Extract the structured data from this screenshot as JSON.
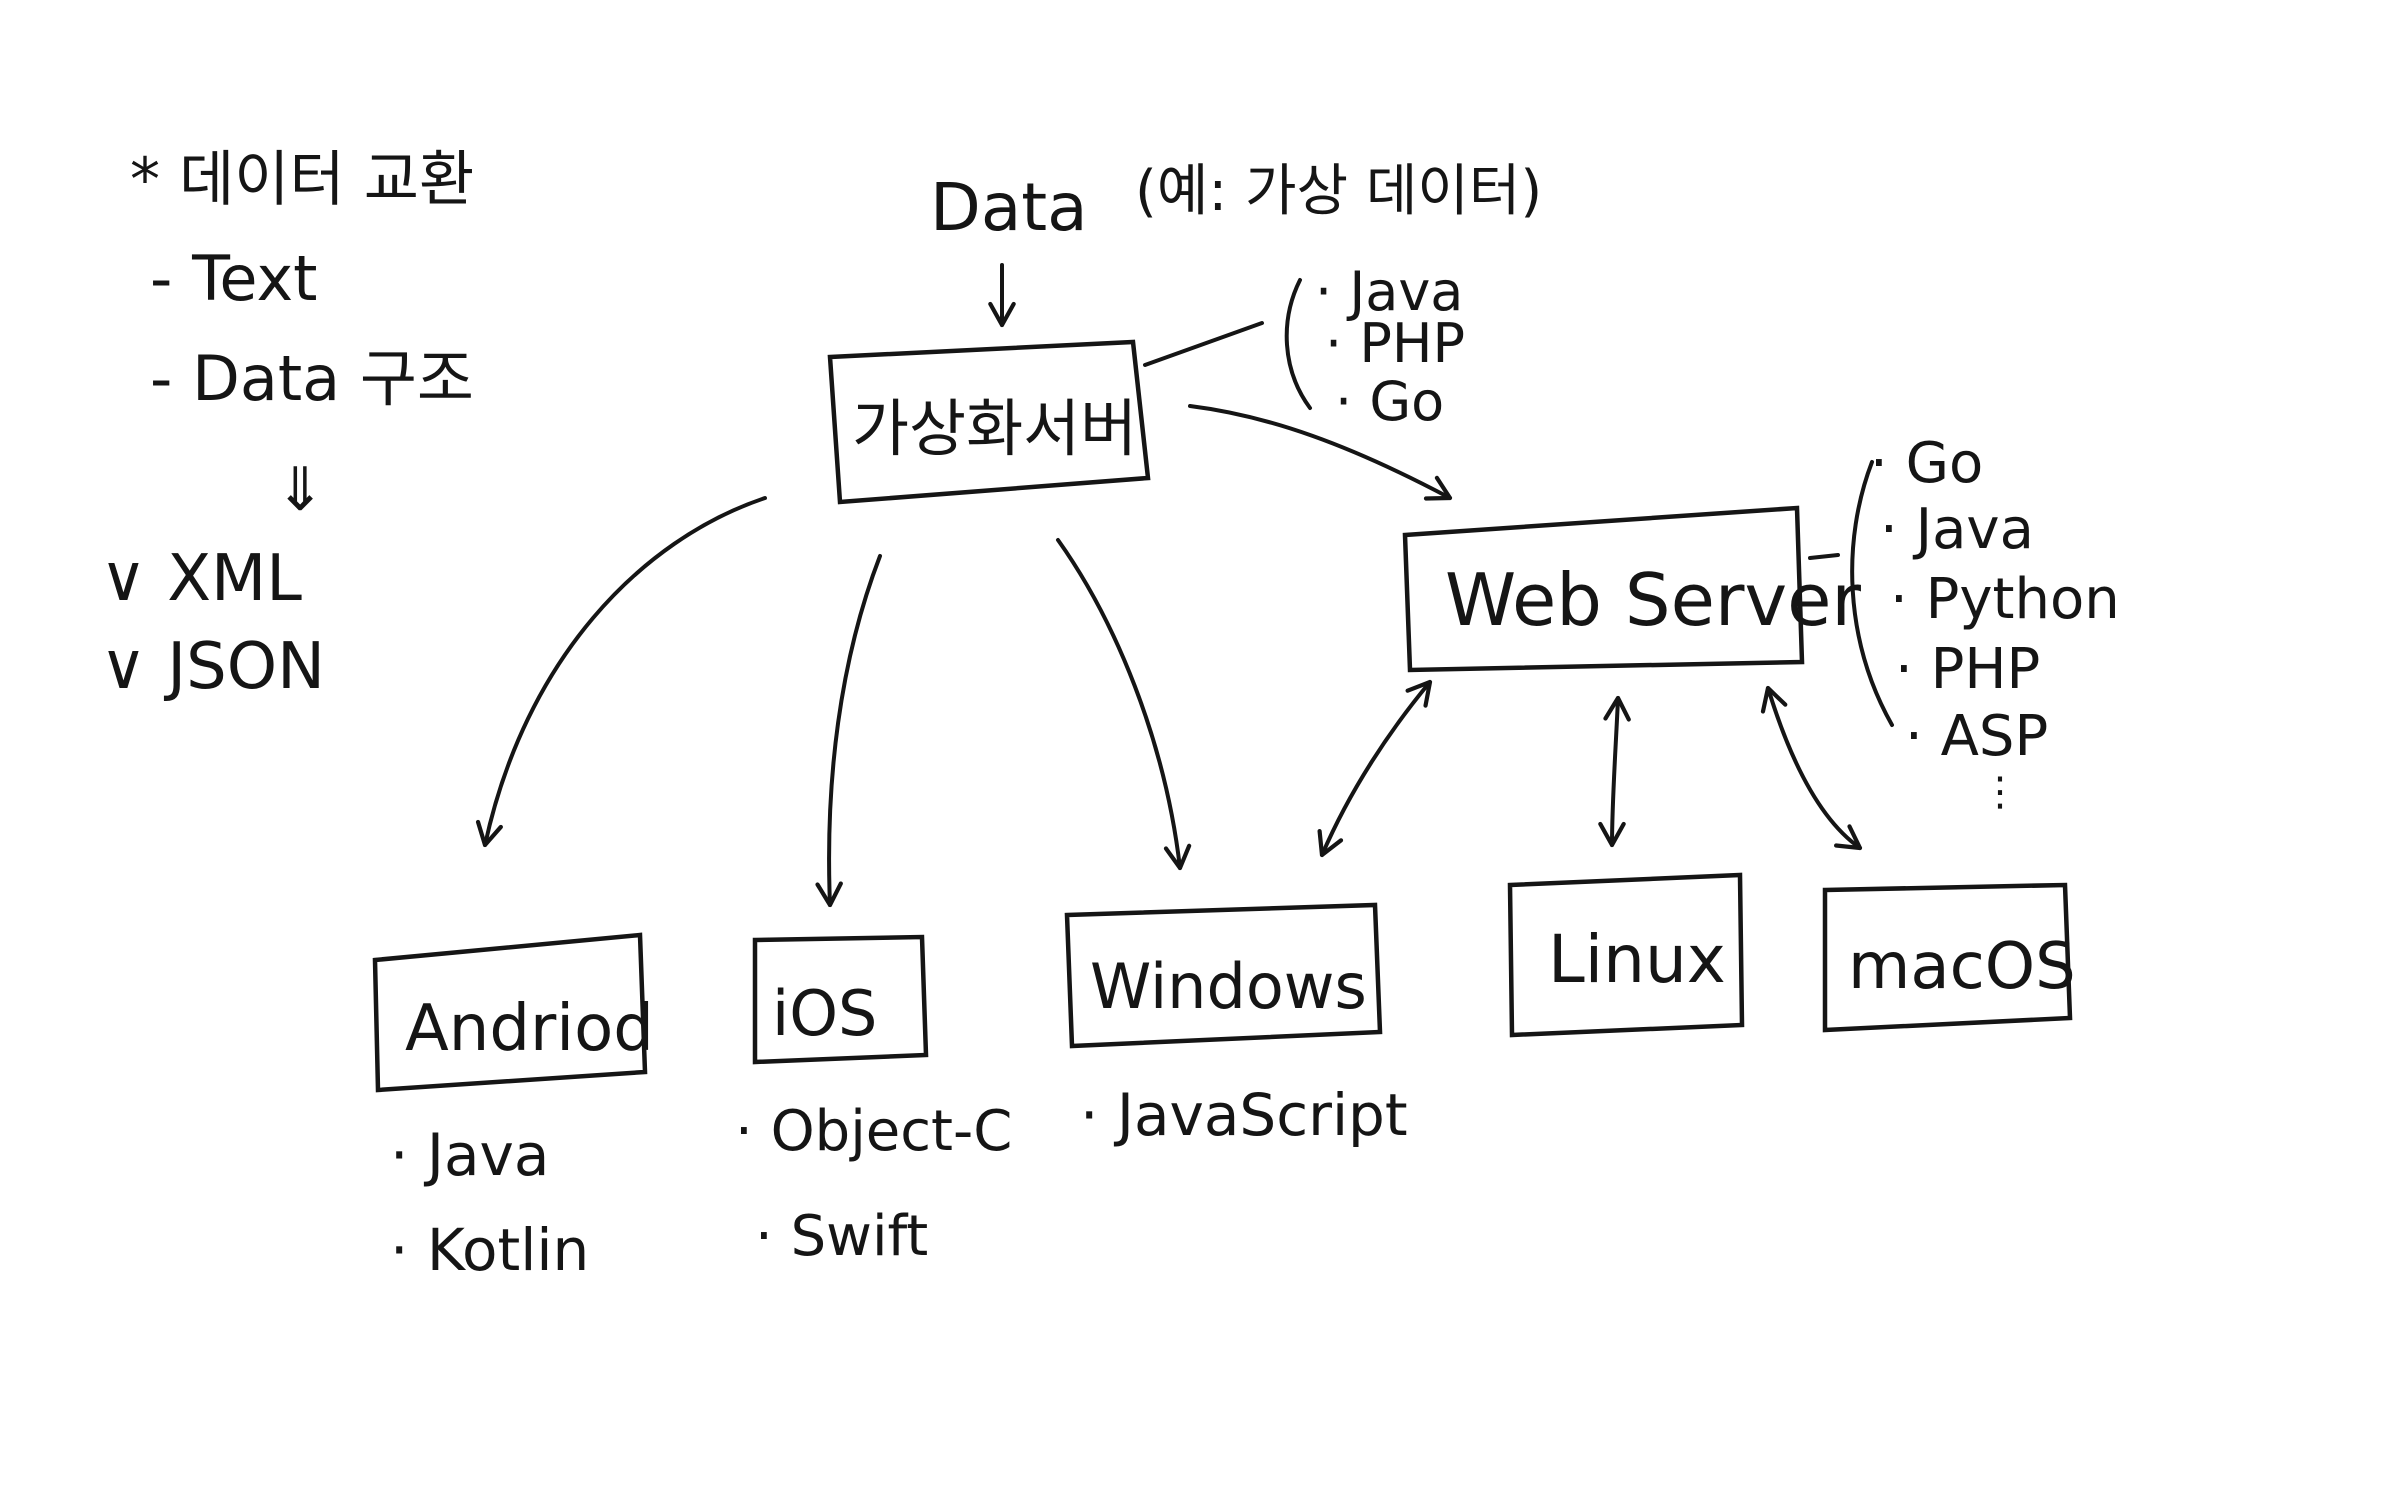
{
  "notes": {
    "heading": "* 데이터 교환",
    "items": [
      "- Text",
      "- Data 구조"
    ],
    "arrow": "⇓",
    "formats": [
      "∨ XML",
      "∨ JSON"
    ]
  },
  "source": {
    "label": "Data",
    "example": "(예: 가상 데이터)"
  },
  "server": {
    "label": "가상화서버",
    "languages": [
      "· Java",
      "· PHP",
      "· Go"
    ]
  },
  "web_server": {
    "label": "Web Server",
    "languages": [
      "· Go",
      "· Java",
      "· Python",
      "· PHP",
      "· ASP",
      "⋮"
    ]
  },
  "clients": [
    {
      "label": "Andriod",
      "languages": [
        "· Java",
        "· Kotlin"
      ]
    },
    {
      "label": "iOS",
      "languages": [
        "· Object-C",
        "· Swift"
      ]
    },
    {
      "label": "Windows",
      "languages": [
        "· JavaScript"
      ]
    },
    {
      "label": "Linux",
      "languages": []
    },
    {
      "label": "macOS",
      "languages": []
    }
  ],
  "colors": {
    "ink": "#151515",
    "paper": "#ffffff"
  }
}
